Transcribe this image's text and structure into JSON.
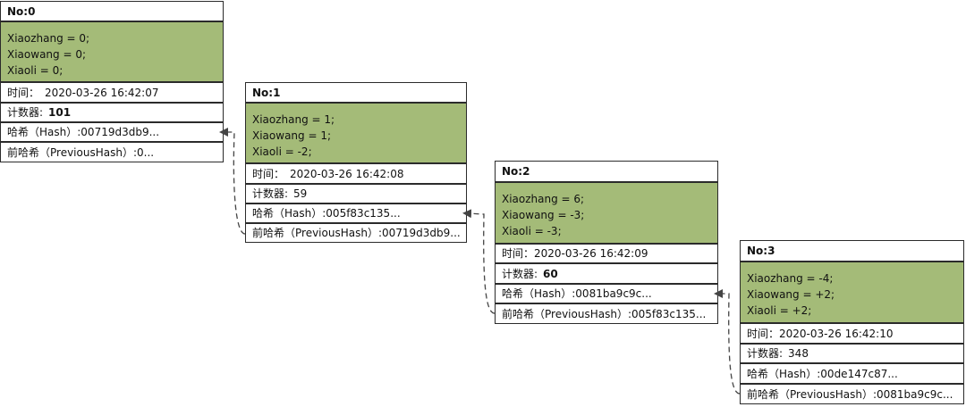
{
  "blocks": [
    {
      "title": "No:0",
      "lines": [
        "Xiaozhang = 0;",
        "Xiaowang = 0;",
        "Xiaoli = 0;"
      ],
      "time_label": "时间：",
      "time": "2020-03-26 16:42:07",
      "counter_label": "计数器:",
      "counter": "101",
      "hash_label": "哈希（Hash）",
      "hash": ":00719d3db9...",
      "prev_label": "前哈希（PreviousHash）",
      "prev": ":0..."
    },
    {
      "title": "No:1",
      "lines": [
        "Xiaozhang = 1;",
        "Xiaowang = 1;",
        "Xiaoli = -2;"
      ],
      "time_label": "时间：",
      "time": "2020-03-26 16:42:08",
      "counter_label": "计数器:",
      "counter": "59",
      "hash_label": "哈希（Hash）",
      "hash": ":005f83c135...",
      "prev_label": "前哈希（PreviousHash）",
      "prev": ":00719d3db9..."
    },
    {
      "title": "No:2",
      "lines": [
        "Xiaozhang = 6;",
        "Xiaowang = -3;",
        "Xiaoli = -3;"
      ],
      "time_label": "时间：",
      "time": "2020-03-26 16:42:09",
      "counter_label": "计数器:",
      "counter": "60",
      "hash_label": "哈希（Hash）",
      "hash": ":0081ba9c9c...",
      "prev_label": "前哈希（PreviousHash）",
      "prev": ":005f83c135..."
    },
    {
      "title": "No:3",
      "lines": [
        "Xiaozhang = -4;",
        "Xiaowang = +2;",
        "Xiaoli = +2;"
      ],
      "time_label": "时间：",
      "time": "2020-03-26 16:42:10",
      "counter_label": "计数器:",
      "counter": "348",
      "hash_label": "哈希（Hash）",
      "hash": ":00de147c87...",
      "prev_label": "前哈希（PreviousHash）",
      "prev": ":0081ba9c9c..."
    }
  ],
  "colors": {
    "data_fill": "#a4bb78",
    "border": "#2b2b2b"
  }
}
